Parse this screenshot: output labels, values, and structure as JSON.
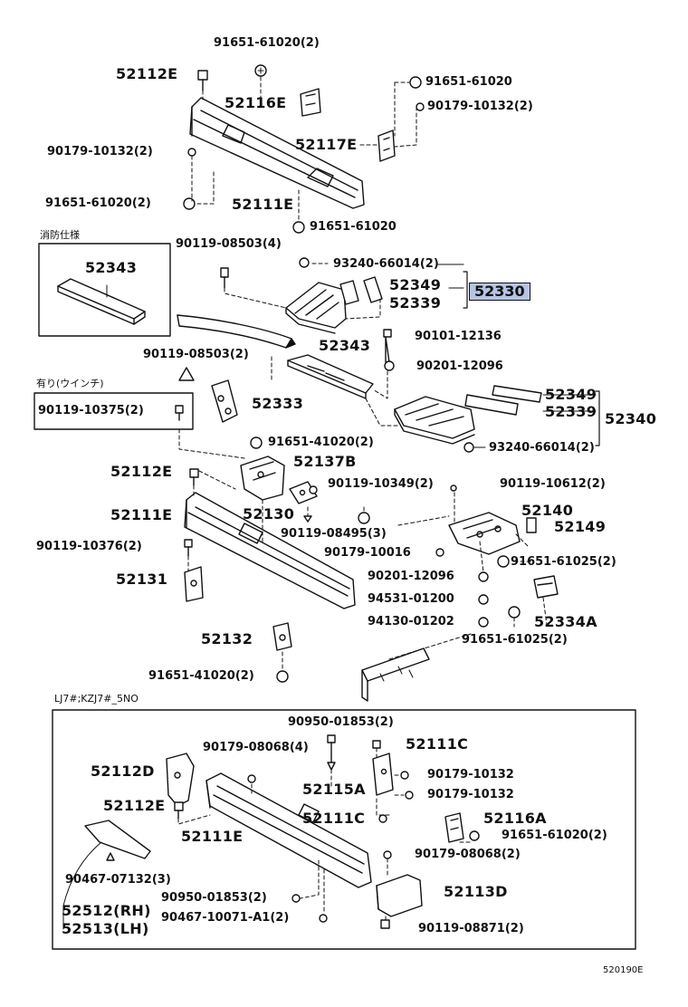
{
  "diagram": {
    "code": "520190E",
    "highlight_color": "#b6c4e4",
    "groups": {
      "fire_spec": "消防仕様",
      "with_winch": "有り(ウインチ)",
      "variant": "LJ7#;KZJ7#_5NO"
    },
    "top_section": {
      "p_91651_61020_2_a": "91651-61020(2)",
      "p_52112e_a": "52112E",
      "p_91651_61020_a": "91651-61020",
      "p_52116e_a": "52116E",
      "p_90179_10132_2_a": "90179-10132(2)",
      "p_90179_10132_2_b": "90179-10132(2)",
      "p_52117e": "52117E",
      "p_91651_61020_2_b": "91651-61020(2)",
      "p_52111e_a": "52111E",
      "p_91651_61020_b": "91651-61020"
    },
    "middle_section": {
      "p_52343_a": "52343",
      "p_90119_08503_4": "90119-08503(4)",
      "p_93240_66014_2_a": "93240-66014(2)",
      "p_52349_a": "52349",
      "p_52339_a": "52339",
      "p_52330": "52330",
      "p_90101_12136": "90101-12136",
      "p_52343_b": "52343",
      "p_90119_08503_2": "90119-08503(2)",
      "p_90201_12096_a": "90201-12096",
      "p_90119_10375_2": "90119-10375(2)",
      "p_52333": "52333",
      "p_52349_b": "52349",
      "p_52339_b": "52339",
      "p_52340": "52340",
      "p_93240_66014_2_b": "93240-66014(2)",
      "p_91651_41020_2_a": "91651-41020(2)",
      "p_52112e_b": "52112E",
      "p_52137b": "52137B",
      "p_90119_10349_2": "90119-10349(2)",
      "p_90119_10612_2": "90119-10612(2)",
      "p_52111e_b": "52111E",
      "p_52130": "52130",
      "p_52140": "52140",
      "p_52149": "52149",
      "p_90119_08495_3": "90119-08495(3)",
      "p_90119_10376_2": "90119-10376(2)",
      "p_90179_10016": "90179-10016",
      "p_91651_61025_2_a": "91651-61025(2)",
      "p_52131": "52131",
      "p_90201_12096_b": "90201-12096",
      "p_94531_01200": "94531-01200",
      "p_52334a": "52334A",
      "p_94130_01202": "94130-01202",
      "p_52132": "52132",
      "p_91651_61025_2_b": "91651-61025(2)",
      "p_91651_41020_2_b": "91651-41020(2)"
    },
    "bottom_section": {
      "p_90950_01853_2_a": "90950-01853(2)",
      "p_90179_08068_4": "90179-08068(4)",
      "p_52111c_a": "52111C",
      "p_52112d": "52112D",
      "p_90179_10132_a": "90179-10132",
      "p_52115a": "52115A",
      "p_90179_10132_b": "90179-10132",
      "p_52112e_c": "52112E",
      "p_52111c_b": "52111C",
      "p_52116a": "52116A",
      "p_52111e_c": "52111E",
      "p_91651_61020_2_c": "91651-61020(2)",
      "p_90179_08068_2": "90179-08068(2)",
      "p_90467_07132_3": "90467-07132(3)",
      "p_52113d": "52113D",
      "p_90950_01853_2_b": "90950-01853(2)",
      "p_52512_rh": "52512(RH)",
      "p_90467_10071_a1_2": "90467-10071-A1(2)",
      "p_52513_lh": "52513(LH)",
      "p_90119_08871_2": "90119-08871(2)"
    }
  }
}
